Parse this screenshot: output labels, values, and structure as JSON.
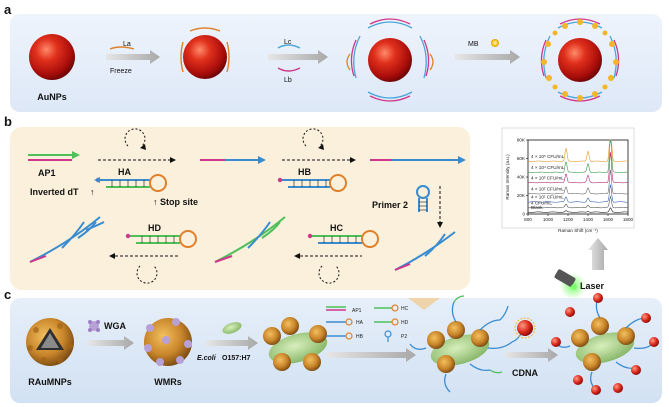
{
  "panels": {
    "a": "a",
    "b": "b",
    "c": "c"
  },
  "panel_a": {
    "aunps": "AuNPs",
    "step1_top": "La",
    "step1_bottom": "Freeze",
    "step2_top": "Lc",
    "step2_bottom": "Lb",
    "step3": "MB"
  },
  "panel_b": {
    "ap1": "AP1",
    "ha": "HA",
    "hb": "HB",
    "hc": "HC",
    "hd": "HD",
    "inverted_dt": "Inverted dT",
    "stop_site": "Stop site",
    "primer2": "Primer 2"
  },
  "panel_c": {
    "raumnps": "RAuMNPs",
    "wga": "WGA",
    "wmrs": "WMRs",
    "ecoli": "E.coli",
    "ecoli_strain": "O157:H7",
    "legend": [
      "AP1",
      "HA",
      "HB",
      "HC",
      "HD",
      "P2"
    ],
    "cdna": "CDNA",
    "laser": "Laser"
  },
  "chart_data": {
    "type": "line",
    "xlabel": "Raman Shift (cm⁻¹)",
    "ylabel": "Raman Intensity (a.u.)",
    "xlim": [
      800,
      1800
    ],
    "ylim": [
      0,
      80000
    ],
    "x_ticks": [
      "800",
      "1000",
      "1200",
      "1400",
      "1600",
      "1800"
    ],
    "y_ticks": [
      "0",
      "20K",
      "40K",
      "60K",
      "80K"
    ],
    "series": [
      {
        "name": "Blank",
        "color": "#222222",
        "offset": 2000
      },
      {
        "name": "4 CFU/mL",
        "color": "#555555",
        "offset": 7000
      },
      {
        "name": "4 × 10¹ CFU/mL",
        "color": "#3a63b0",
        "offset": 13000
      },
      {
        "name": "4 × 10² CFU/mL",
        "color": "#6b6b6b",
        "offset": 22000
      },
      {
        "name": "4 × 10³ CFU/mL",
        "color": "#b0307a",
        "offset": 34000
      },
      {
        "name": "4 × 10⁴ CFU/mL",
        "color": "#3f9a4a",
        "offset": 45000
      },
      {
        "name": "4 × 10⁵ CFU/mL",
        "color": "#e09a2a",
        "offset": 57000
      }
    ],
    "peaks": [
      1180,
      1400,
      1625
    ]
  }
}
